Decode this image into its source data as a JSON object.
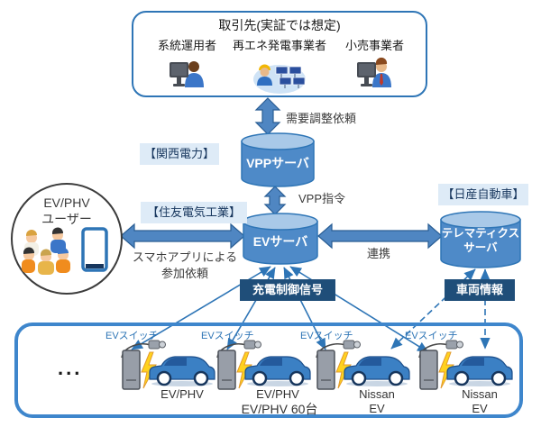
{
  "partners_box": {
    "title": "取引先(実証では想定)",
    "entities": [
      {
        "label": "系統運用者",
        "icon": "operator-at-monitor-icon"
      },
      {
        "label": "再エネ発電事業者",
        "icon": "renewable-worker-icon"
      },
      {
        "label": "小売事業者",
        "icon": "retailer-at-monitor-icon"
      }
    ]
  },
  "companies": {
    "kansai": "【関西電力】",
    "sumitomo": "【住友電気工業】",
    "nissan": "【日産自動車】"
  },
  "servers": {
    "vpp": "VPPサーバ",
    "ev": "EVサーバ",
    "telematics_line1": "テレマティクス",
    "telematics_line2": "サーバ"
  },
  "flows": {
    "demand_adjust": "需要調整依頼",
    "vpp_command": "VPP指令",
    "link": "連携",
    "smartphone_line1": "スマホアプリによる",
    "smartphone_line2": "参加依頼",
    "charge_control": "充電制御信号",
    "vehicle_info": "車両情報"
  },
  "user_circle": {
    "line1": "EV/PHV",
    "line2": "ユーザー"
  },
  "fleet": {
    "ellipsis": "...",
    "groups": [
      {
        "switch": "EVスイッチ",
        "label1": "EV/PHV",
        "label2": ""
      },
      {
        "switch": "EVスイッチ",
        "label1": "EV/PHV",
        "label2": ""
      },
      {
        "switch": "EVスイッチ",
        "label1": "Nissan",
        "label2": "EV"
      },
      {
        "switch": "EVスイッチ",
        "label1": "Nissan",
        "label2": "EV"
      }
    ],
    "total": "EV/PHV 60台"
  },
  "colors": {
    "accent_blue": "#2E75B6",
    "arrow_fill": "#4F86C2",
    "cylinder_body": "#4E8AC8",
    "cylinder_top": "#A9C9E8",
    "badge_bg": "#1F4E79",
    "chip_bg": "#DEEBF7",
    "bolt_yellow": "#FFD21E",
    "car_blue": "#3B80C4"
  }
}
